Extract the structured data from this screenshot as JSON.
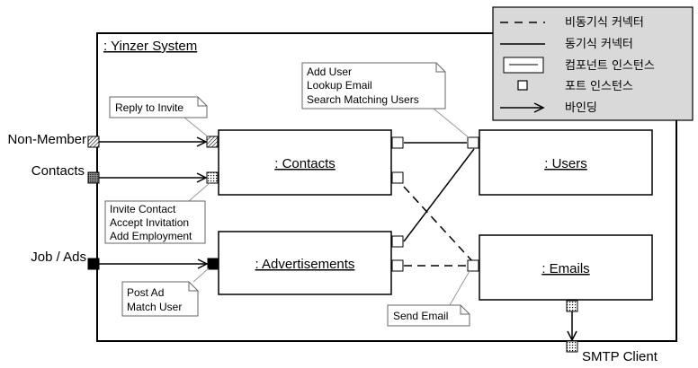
{
  "system": {
    "title": ": Yinzer System"
  },
  "components": {
    "contacts": ": Contacts",
    "advertisements": ": Advertisements",
    "users": ": Users",
    "emails": ": Emails"
  },
  "external_ports": {
    "non_member": "Non-Member",
    "contacts": "Contacts",
    "job_ads": "Job / Ads",
    "smtp_client": "SMTP Client"
  },
  "notes": {
    "reply_to_invite": [
      "Reply to Invite"
    ],
    "users_ops": [
      "Add User",
      "Lookup Email",
      "Search Matching Users"
    ],
    "contacts_ops": [
      "Invite Contact",
      "Accept Invitation",
      "Add Employment"
    ],
    "ads_ops": [
      "Post Ad",
      "Match User"
    ],
    "send_email": [
      "Send Email"
    ]
  },
  "legend": {
    "async_connector": "비동기식 커넥터",
    "sync_connector": "동기식 커넥터",
    "component_instance": "컴포넌트 인스턴스",
    "port_instance": "포트 인스턴스",
    "binding": "바인딩"
  },
  "colors": {
    "line": "#000000",
    "note_leader": "#999999",
    "legend_bg": "#d9d9d9"
  }
}
